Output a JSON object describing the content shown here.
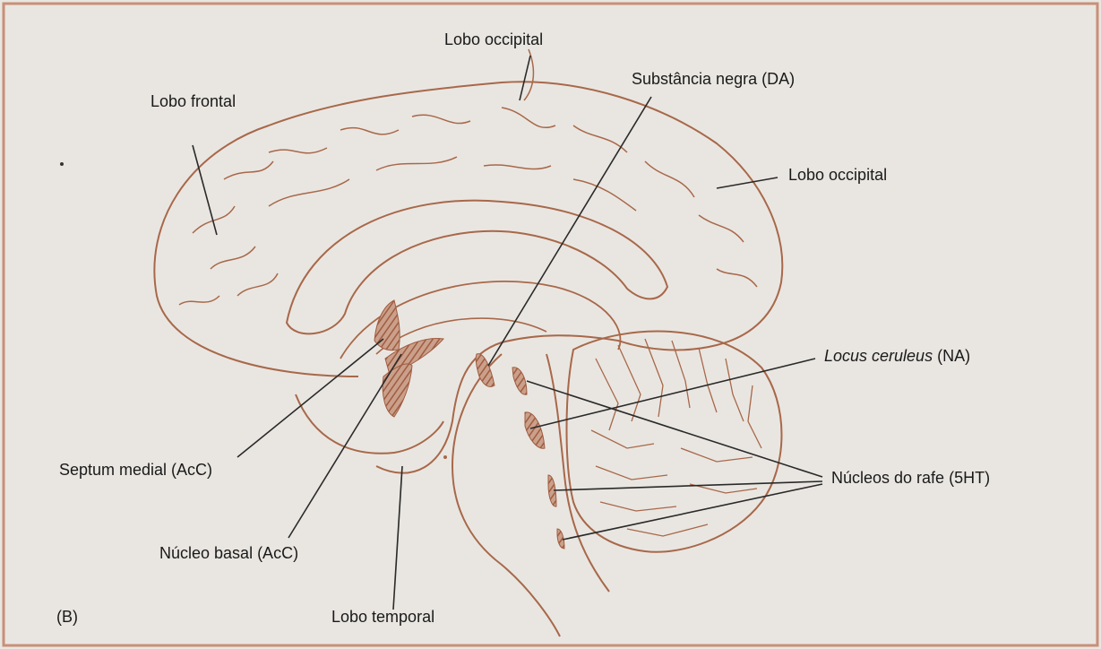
{
  "labels": {
    "lobo_frontal": "Lobo frontal",
    "lobo_occipital_top": "Lobo occipital",
    "substancia_negra": "Substância negra (DA)",
    "lobo_occipital_right": "Lobo occipital",
    "locus_ceruleus_italic": "Locus ceruleus",
    "locus_ceruleus_suffix": "(NA)",
    "septum_medial": "Septum medial (AcC)",
    "nucleos_rafe": "Núcleos do rafe (5HT)",
    "nucleo_basal": "Núcleo basal (AcC)",
    "lobo_temporal": "Lobo temporal",
    "panel": "(B)"
  },
  "colors": {
    "outline": "#a8684a",
    "fill": "#b9775c",
    "leader": "#2a2a2a",
    "background": "#e9e6e1",
    "border": "#c98f78"
  }
}
